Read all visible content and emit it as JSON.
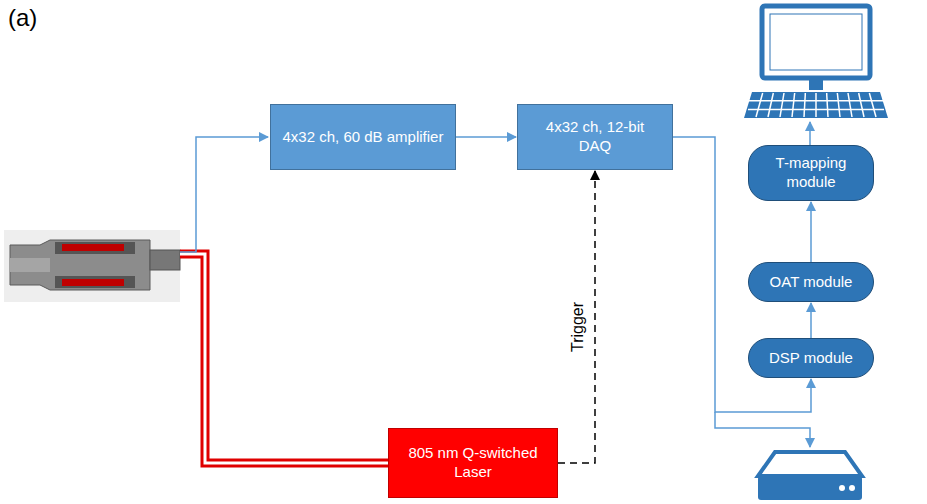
{
  "diagram": {
    "nodes": [
      {
        "text": [
          "4x32 ch, 60 dB amplifier"
        ]
      },
      {
        "text": [
          "4x32 ch, 12-bit DAQ"
        ]
      },
      {
        "text": [
          "T-mapping module"
        ]
      },
      {
        "text": [
          "OAT module"
        ]
      },
      {
        "text": [
          "DSP module"
        ]
      },
      {
        "text": [
          "805 nm Q-switched Laser"
        ]
      }
    ],
    "edges": [
      {
        "from": 0,
        "to": 1,
        "arrow": "to"
      },
      {
        "from": 5,
        "to": 1,
        "label": "Trigger",
        "arrow": "to"
      },
      {
        "from": 1,
        "to": 4,
        "arrow": "to"
      },
      {
        "from": 4,
        "to": 3,
        "arrow": "to"
      },
      {
        "from": 3,
        "to": 2,
        "arrow": "to"
      }
    ],
    "labels": [
      "(a)"
    ]
  }
}
